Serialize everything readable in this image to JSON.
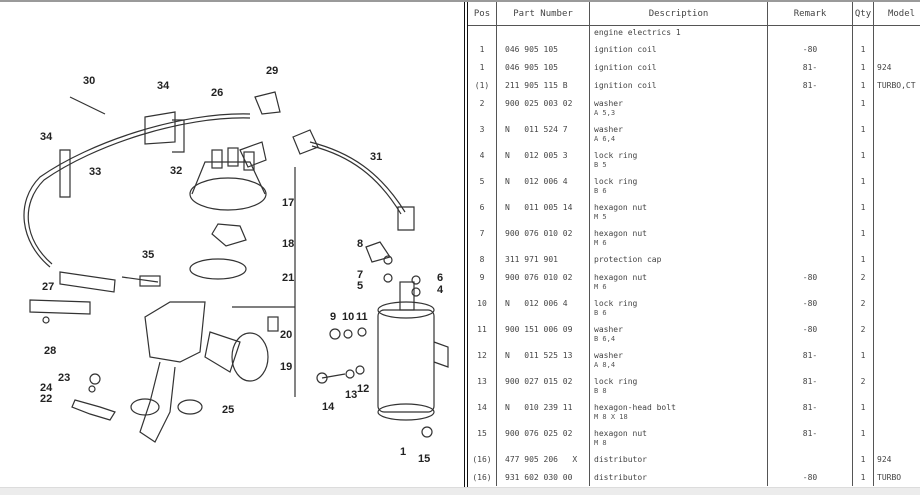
{
  "diagram": {
    "title": "engine electrics 1",
    "callouts": [
      "1",
      "4",
      "5",
      "6",
      "7",
      "8",
      "9",
      "10",
      "11",
      "12",
      "13",
      "14",
      "15",
      "17",
      "18",
      "19",
      "20",
      "21",
      "22",
      "23",
      "24",
      "25",
      "26",
      "27",
      "28",
      "29",
      "30",
      "31",
      "32",
      "33",
      "34",
      "34",
      "35"
    ]
  },
  "table": {
    "headers": {
      "pos": "Pos",
      "part_number": "Part Number",
      "description": "Description",
      "remark": "Remark",
      "qty": "Qty",
      "model": "Model"
    },
    "section_label": "engine electrics 1",
    "rows": [
      {
        "pos": "1",
        "part_number": "046 905 105",
        "description": "ignition coil",
        "sub": "",
        "remark": "-80",
        "qty": "1",
        "model": ""
      },
      {
        "pos": "1",
        "part_number": "046 905 105",
        "description": "ignition coil",
        "sub": "",
        "remark": "81-",
        "qty": "1",
        "model": "924"
      },
      {
        "pos": "(1)",
        "part_number": "211 905 115 B",
        "description": "ignition coil",
        "sub": "",
        "remark": "81-",
        "qty": "1",
        "model": "TURBO,CT"
      },
      {
        "pos": "2",
        "part_number": "900 025 003 02",
        "description": "washer",
        "sub": "A 5,3",
        "remark": "",
        "qty": "1",
        "model": ""
      },
      {
        "pos": "3",
        "part_number": "N   011 524 7",
        "description": "washer",
        "sub": "A 6,4",
        "remark": "",
        "qty": "1",
        "model": ""
      },
      {
        "pos": "4",
        "part_number": "N   012 005 3",
        "description": "lock ring",
        "sub": "B 5",
        "remark": "",
        "qty": "1",
        "model": ""
      },
      {
        "pos": "5",
        "part_number": "N   012 006 4",
        "description": "lock ring",
        "sub": "B 6",
        "remark": "",
        "qty": "1",
        "model": ""
      },
      {
        "pos": "6",
        "part_number": "N   011 005 14",
        "description": "hexagon nut",
        "sub": "M 5",
        "remark": "",
        "qty": "1",
        "model": ""
      },
      {
        "pos": "7",
        "part_number": "900 076 010 02",
        "description": "hexagon nut",
        "sub": "M 6",
        "remark": "",
        "qty": "1",
        "model": ""
      },
      {
        "pos": "8",
        "part_number": "311 971 901",
        "description": "protection cap",
        "sub": "",
        "remark": "",
        "qty": "1",
        "model": ""
      },
      {
        "pos": "9",
        "part_number": "900 076 010 02",
        "description": "hexagon nut",
        "sub": "M 6",
        "remark": "-80",
        "qty": "2",
        "model": ""
      },
      {
        "pos": "10",
        "part_number": "N   012 006 4",
        "description": "lock ring",
        "sub": "B 6",
        "remark": "-80",
        "qty": "2",
        "model": ""
      },
      {
        "pos": "11",
        "part_number": "900 151 006 09",
        "description": "washer",
        "sub": "B 6,4",
        "remark": "-80",
        "qty": "2",
        "model": ""
      },
      {
        "pos": "12",
        "part_number": "N   011 525 13",
        "description": "washer",
        "sub": "A 8,4",
        "remark": "81-",
        "qty": "1",
        "model": ""
      },
      {
        "pos": "13",
        "part_number": "900 027 015 02",
        "description": "lock ring",
        "sub": "B 8",
        "remark": "81-",
        "qty": "2",
        "model": ""
      },
      {
        "pos": "14",
        "part_number": "N   010 239 11",
        "description": "hexagon-head bolt",
        "sub": "M 8 X 18",
        "remark": "81-",
        "qty": "1",
        "model": ""
      },
      {
        "pos": "15",
        "part_number": "900 076 025 02",
        "description": "hexagon nut",
        "sub": "M 8",
        "remark": "81-",
        "qty": "1",
        "model": ""
      },
      {
        "pos": "(16)",
        "part_number": "477 905 206   X",
        "description": "distributor",
        "sub": "",
        "remark": "",
        "qty": "1",
        "model": "924"
      },
      {
        "pos": "(16)",
        "part_number": "931 602 030 00",
        "description": "distributor",
        "sub": "",
        "remark": "-80",
        "qty": "1",
        "model": "TURBO"
      }
    ]
  }
}
